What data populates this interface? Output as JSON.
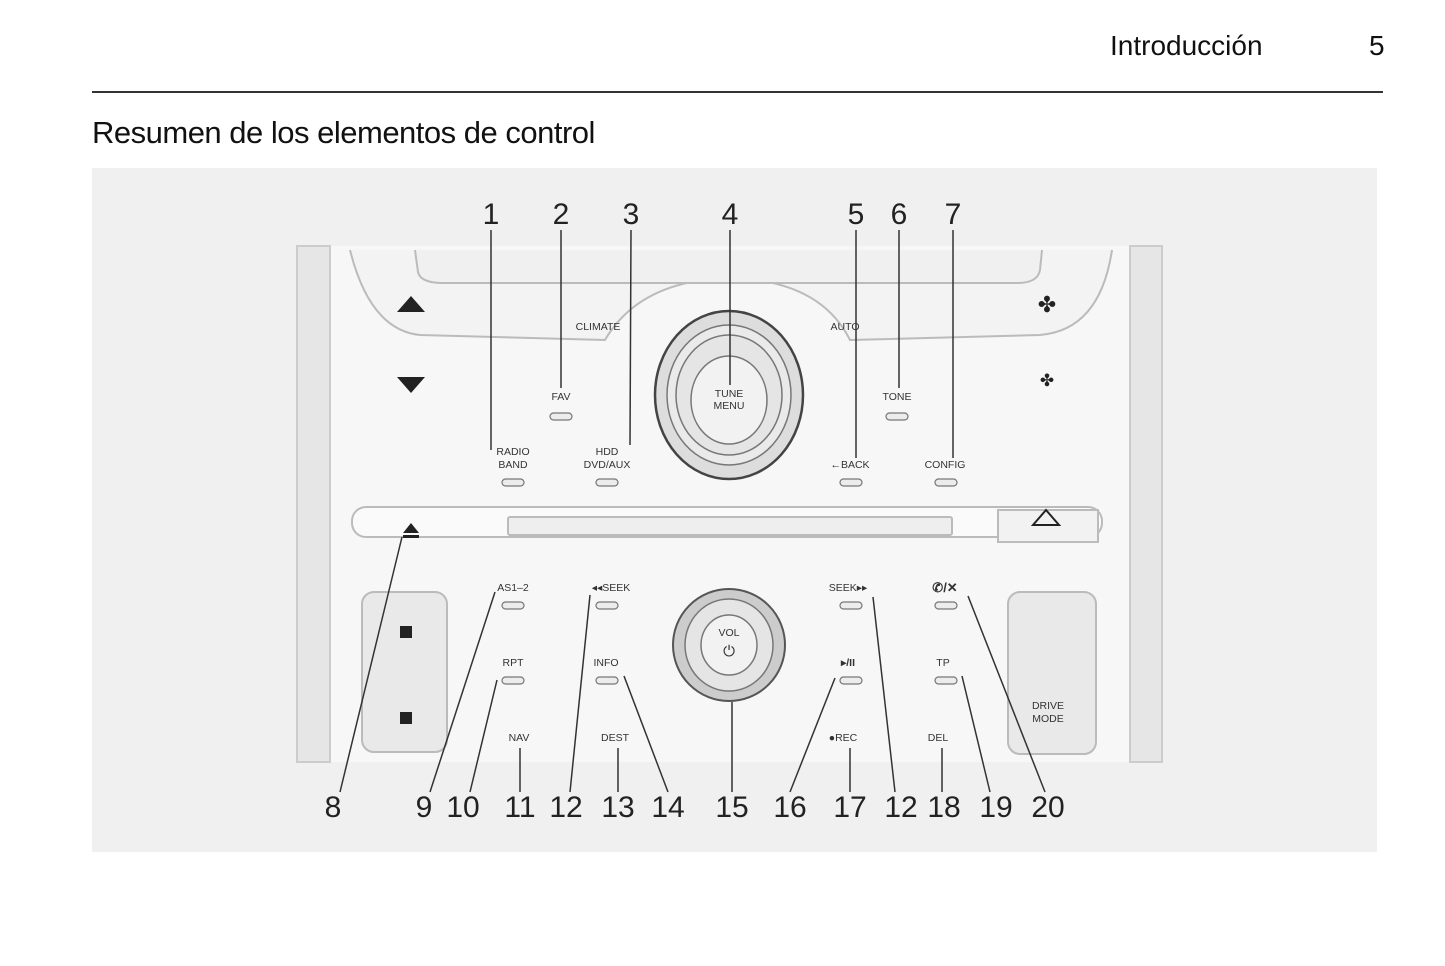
{
  "header": {
    "section": "Introducción",
    "page_number": "5"
  },
  "title": "Resumen de los elementos de control",
  "callouts_top": [
    "1",
    "2",
    "3",
    "4",
    "5",
    "6",
    "7"
  ],
  "callouts_bottom": [
    "8",
    "9",
    "10",
    "11",
    "12",
    "13",
    "14",
    "15",
    "16",
    "17",
    "12",
    "18",
    "19",
    "20"
  ],
  "buttons": {
    "climate": "CLIMATE",
    "auto": "AUTO",
    "fav": "FAV",
    "tone": "TONE",
    "tune": "TUNE",
    "menu": "MENU",
    "radio": "RADIO",
    "band": "BAND",
    "hdd": "HDD",
    "dvdaux": "DVD/AUX",
    "back": "←BACK",
    "config": "CONFIG",
    "as": "AS1–2",
    "seek_back": "◂◂SEEK",
    "seek_fwd": "SEEK▸▸",
    "phone": "✆/✕",
    "vol": "VOL",
    "power": "⏻",
    "rpt": "RPT",
    "info": "INFO",
    "play": "▸/II",
    "tp": "TP",
    "nav": "NAV",
    "dest": "DEST",
    "rec": "●REC",
    "del": "DEL",
    "drive": "DRIVE",
    "mode": "MODE"
  }
}
